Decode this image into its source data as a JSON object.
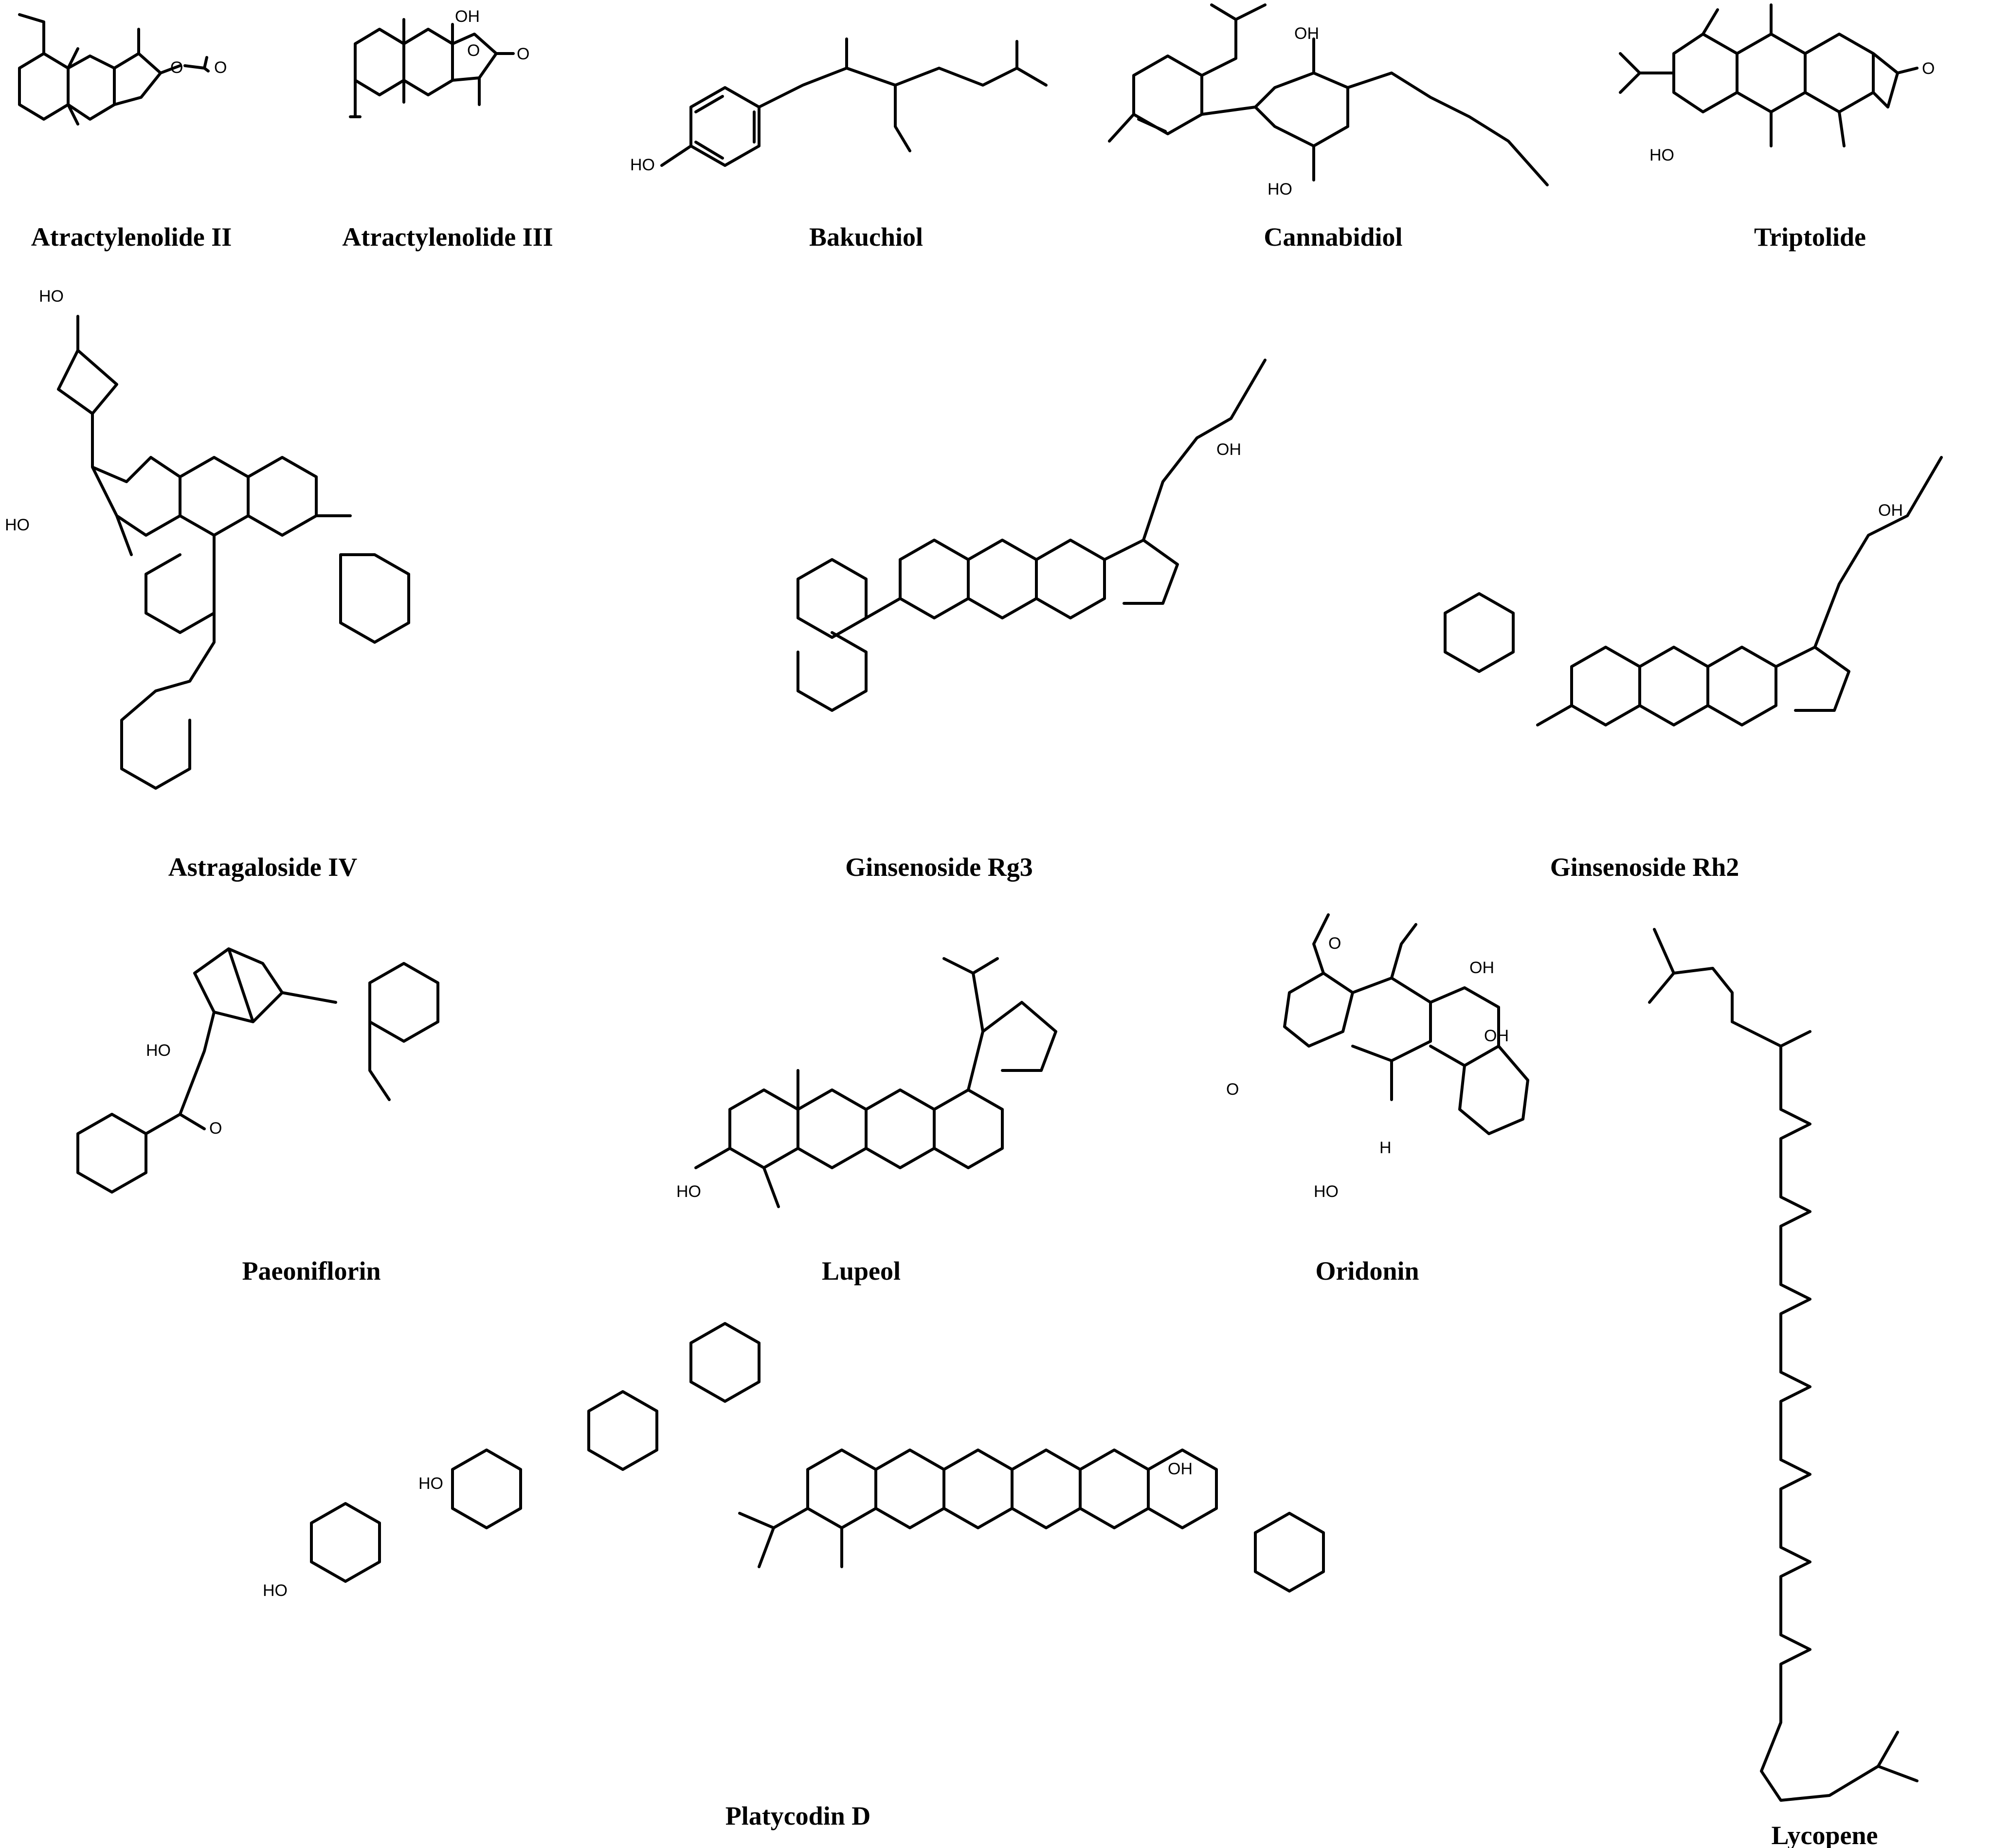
{
  "compounds": [
    {
      "id": "atractylenolide-ii",
      "name": "Atractylenolide II"
    },
    {
      "id": "atractylenolide-iii",
      "name": "Atractylenolide III"
    },
    {
      "id": "bakuchiol",
      "name": "Bakuchiol"
    },
    {
      "id": "cannabidiol",
      "name": "Cannabidiol"
    },
    {
      "id": "triptolide",
      "name": "Triptolide"
    },
    {
      "id": "astragaloside-iv",
      "name": "Astragaloside IV"
    },
    {
      "id": "ginsenoside-rg3",
      "name": "Ginsenoside Rg3"
    },
    {
      "id": "ginsenoside-rh2",
      "name": "Ginsenoside Rh2"
    },
    {
      "id": "paeoniflorin",
      "name": "Paeoniflorin"
    },
    {
      "id": "lupeol",
      "name": "Lupeol"
    },
    {
      "id": "oridonin",
      "name": "Oridonin"
    },
    {
      "id": "platycodin-d",
      "name": "Platycodin D"
    },
    {
      "id": "lycopene",
      "name": "Lycopene"
    }
  ],
  "atom_labels": {
    "oxygen": "O",
    "hydroxyl": "HO",
    "hydroxyl_right": "OH",
    "hydrogen": "H",
    "methoxy": "O"
  }
}
